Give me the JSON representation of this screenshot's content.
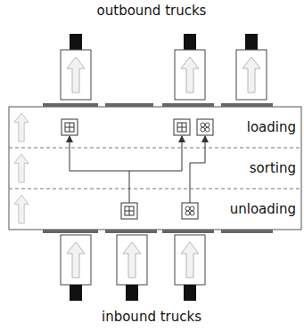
{
  "diagram": {
    "nodes": [
      {
        "text": [
          "loading"
        ]
      },
      {
        "text": [
          "sorting"
        ]
      },
      {
        "text": [
          "unloading"
        ]
      }
    ],
    "labels": [
      "outbound trucks",
      "inbound trucks"
    ]
  }
}
